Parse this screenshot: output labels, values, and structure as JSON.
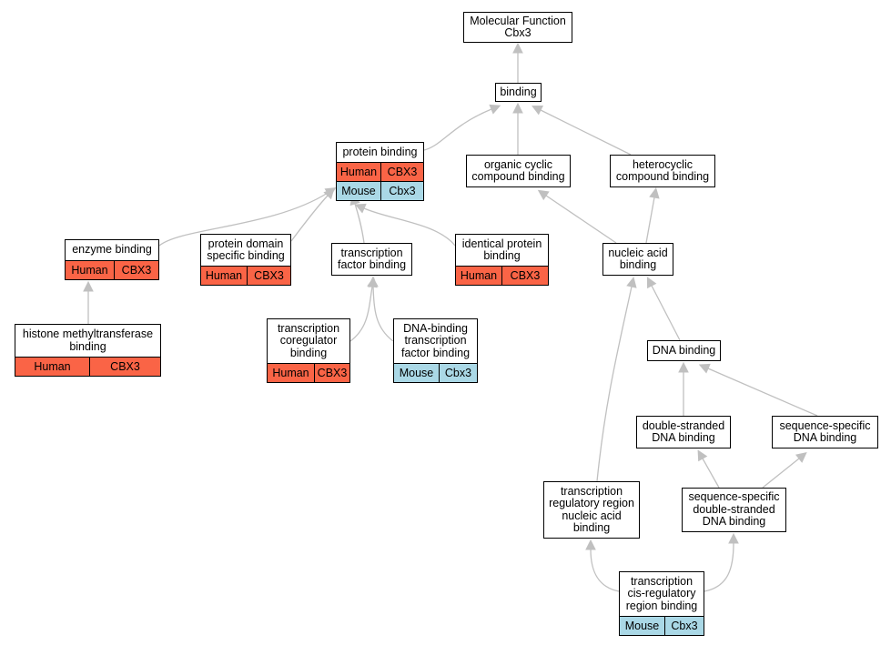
{
  "nodes": [
    {
      "id": "mf",
      "label": "Molecular Function\nCbx3",
      "rows": []
    },
    {
      "id": "binding",
      "label": "binding",
      "rows": []
    },
    {
      "id": "protein_binding",
      "label": "protein binding",
      "rows": [
        {
          "species": "Human",
          "gene": "CBX3",
          "color": "#fa6446"
        },
        {
          "species": "Mouse",
          "gene": "Cbx3",
          "color": "#aad8e6"
        }
      ]
    },
    {
      "id": "organic_cyclic",
      "label": "organic cyclic\ncompound binding",
      "rows": []
    },
    {
      "id": "heterocyclic",
      "label": "heterocyclic\ncompound binding",
      "rows": []
    },
    {
      "id": "enzyme_binding",
      "label": "enzyme binding",
      "rows": [
        {
          "species": "Human",
          "gene": "CBX3",
          "color": "#fa6446"
        }
      ]
    },
    {
      "id": "protein_domain",
      "label": "protein domain\nspecific binding",
      "rows": [
        {
          "species": "Human",
          "gene": "CBX3",
          "color": "#fa6446"
        }
      ]
    },
    {
      "id": "tf_binding",
      "label": "transcription\nfactor binding",
      "rows": []
    },
    {
      "id": "identical_protein",
      "label": "identical protein\nbinding",
      "rows": [
        {
          "species": "Human",
          "gene": "CBX3",
          "color": "#fa6446"
        }
      ]
    },
    {
      "id": "nucleic_acid",
      "label": "nucleic acid\nbinding",
      "rows": []
    },
    {
      "id": "histone_mt",
      "label": "histone methyltransferase\nbinding",
      "rows": [
        {
          "species": "Human",
          "gene": "CBX3",
          "color": "#fa6446"
        }
      ]
    },
    {
      "id": "tx_coregulator",
      "label": "transcription\ncoregulator\nbinding",
      "rows": [
        {
          "species": "Human",
          "gene": "CBX3",
          "color": "#fa6446"
        }
      ]
    },
    {
      "id": "dna_binding_tf",
      "label": "DNA-binding\ntranscription\nfactor binding",
      "rows": [
        {
          "species": "Mouse",
          "gene": "Cbx3",
          "color": "#aad8e6"
        }
      ]
    },
    {
      "id": "dna_binding",
      "label": "DNA binding",
      "rows": []
    },
    {
      "id": "ds_dna",
      "label": "double-stranded\nDNA binding",
      "rows": []
    },
    {
      "id": "seq_specific",
      "label": "sequence-specific\nDNA binding",
      "rows": []
    },
    {
      "id": "tx_reg_region",
      "label": "transcription\nregulatory region\nnucleic acid\nbinding",
      "rows": []
    },
    {
      "id": "seq_ds_dna",
      "label": "sequence-specific\ndouble-stranded\nDNA binding",
      "rows": []
    },
    {
      "id": "cis_reg",
      "label": "transcription\ncis-regulatory\nregion binding",
      "rows": [
        {
          "species": "Mouse",
          "gene": "Cbx3",
          "color": "#aad8e6"
        }
      ]
    }
  ],
  "edges": [
    {
      "from": "binding",
      "to": "mf"
    },
    {
      "from": "protein_binding",
      "to": "binding"
    },
    {
      "from": "organic_cyclic",
      "to": "binding"
    },
    {
      "from": "heterocyclic",
      "to": "binding"
    },
    {
      "from": "enzyme_binding",
      "to": "protein_binding"
    },
    {
      "from": "protein_domain",
      "to": "protein_binding"
    },
    {
      "from": "tf_binding",
      "to": "protein_binding"
    },
    {
      "from": "identical_protein",
      "to": "protein_binding"
    },
    {
      "from": "nucleic_acid",
      "to": "organic_cyclic"
    },
    {
      "from": "nucleic_acid",
      "to": "heterocyclic"
    },
    {
      "from": "histone_mt",
      "to": "enzyme_binding"
    },
    {
      "from": "tx_coregulator",
      "to": "tf_binding"
    },
    {
      "from": "dna_binding_tf",
      "to": "tf_binding"
    },
    {
      "from": "dna_binding",
      "to": "nucleic_acid"
    },
    {
      "from": "tx_reg_region",
      "to": "nucleic_acid"
    },
    {
      "from": "ds_dna",
      "to": "dna_binding"
    },
    {
      "from": "seq_specific",
      "to": "dna_binding"
    },
    {
      "from": "seq_ds_dna",
      "to": "ds_dna"
    },
    {
      "from": "seq_ds_dna",
      "to": "seq_specific"
    },
    {
      "from": "cis_reg",
      "to": "tx_reg_region"
    },
    {
      "from": "cis_reg",
      "to": "seq_ds_dna"
    }
  ]
}
